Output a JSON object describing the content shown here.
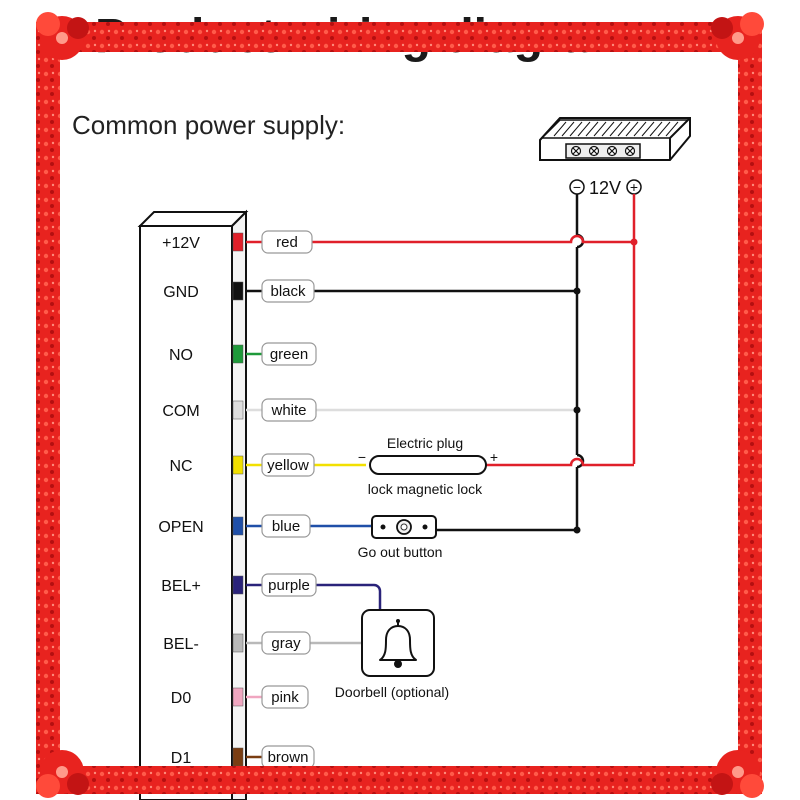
{
  "header": {
    "title": "Product wiring diagram"
  },
  "section": {
    "title": "Common power supply:"
  },
  "power_supply": {
    "minus": "−",
    "voltage": "12V",
    "plus": "+"
  },
  "terminals": [
    {
      "pin": "+12V",
      "wire": "red",
      "color": "#e0202a"
    },
    {
      "pin": "GND",
      "wire": "black",
      "color": "#111111"
    },
    {
      "pin": "NO",
      "wire": "green",
      "color": "#1e9a3a"
    },
    {
      "pin": "COM",
      "wire": "white",
      "color": "#dddddd"
    },
    {
      "pin": "NC",
      "wire": "yellow",
      "color": "#f2e000"
    },
    {
      "pin": "OPEN",
      "wire": "blue",
      "color": "#1f4fa8"
    },
    {
      "pin": "BEL+",
      "wire": "purple",
      "color": "#2a237a"
    },
    {
      "pin": "BEL-",
      "wire": "gray",
      "color": "#b9b9b9"
    },
    {
      "pin": "D0",
      "wire": "pink",
      "color": "#f0a6c0"
    },
    {
      "pin": "D1",
      "wire": "brown",
      "color": "#7a3d12"
    }
  ],
  "lock": {
    "top_label": "Electric plug",
    "bottom_label": "lock magnetic lock",
    "minus": "−",
    "plus": "+"
  },
  "exit_button": {
    "label": "Go out button"
  },
  "doorbell": {
    "label": "Doorbell (optional)"
  },
  "colors": {
    "frame": "#e41b1b",
    "wire_black": "#111111",
    "wire_red": "#e0202a"
  }
}
